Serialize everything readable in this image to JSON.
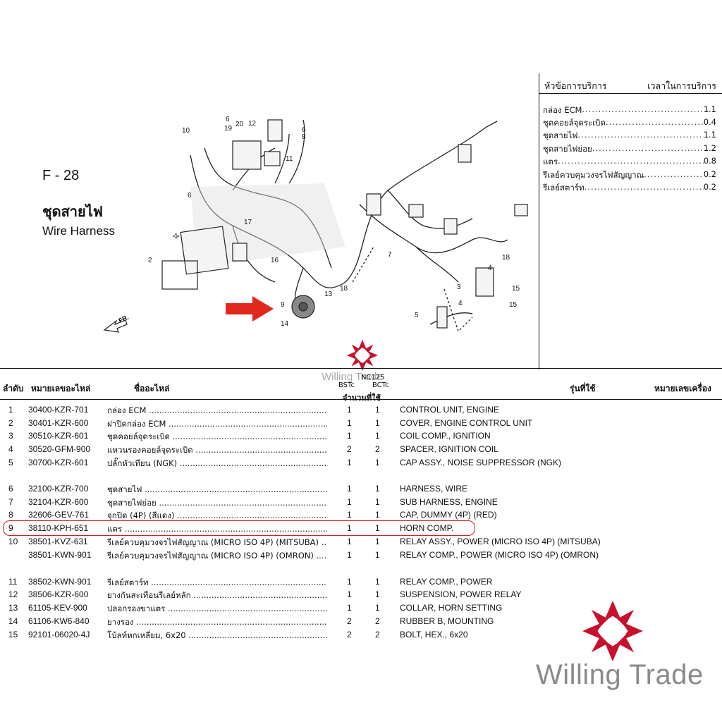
{
  "figure": {
    "code": "F - 28",
    "title_th": "ชุดสายไฟ",
    "title_en": "Wire Harness",
    "callouts": [
      "1",
      "2",
      "3",
      "4",
      "4",
      "5",
      "6",
      "6",
      "7",
      "8",
      "9",
      "10",
      "11",
      "12",
      "13",
      "14",
      "15",
      "15",
      "16",
      "17",
      "18",
      "18",
      "19",
      "20"
    ],
    "direction_label": "FR."
  },
  "service": {
    "header_left": "หัวข้อการบริการ",
    "header_right": "เวลาในการบริการ",
    "items": [
      {
        "name": "กล่อง ECM",
        "time": "1.1"
      },
      {
        "name": "ชุดคอยล์จุดระเบิด",
        "time": "0.4"
      },
      {
        "name": "ชุดสายไฟ",
        "time": "1.1"
      },
      {
        "name": "ชุดสายไฟย่อย",
        "time": "1.2"
      },
      {
        "name": "แตร",
        "time": "0.8"
      },
      {
        "name": "รีเลย์ควบคุมวงจรไฟสัญญาณ",
        "time": "0.2"
      },
      {
        "name": "รีเลย์สตาร์ท",
        "time": "0.2"
      }
    ]
  },
  "table": {
    "headers": {
      "no": "ลำดับ",
      "part_no": "หมายเลขอะไหล่",
      "name": "ชื่ออะไหล่",
      "model": "NC125",
      "variant1": "BSTc",
      "variant2": "BCTc",
      "qty": "จำนวนที่ใช้",
      "models": "รุ่นที่ใช้",
      "engine_no": "หมายเลขเครื่อง"
    },
    "rows": [
      {
        "no": "1",
        "part": "30400-KZR-701",
        "name": "กล่อง ECM",
        "q1": "1",
        "q2": "1",
        "en": "CONTROL UNIT, ENGINE"
      },
      {
        "no": "2",
        "part": "30401-KZR-600",
        "name": "ฝาปิดกล่อง ECM",
        "q1": "1",
        "q2": "1",
        "en": "COVER, ENGINE CONTROL UNIT"
      },
      {
        "no": "3",
        "part": "30510-KZR-601",
        "name": "ชุดคอยล์จุดระเบิด",
        "q1": "1",
        "q2": "1",
        "en": "COIL COMP., IGNITION"
      },
      {
        "no": "4",
        "part": "30520-GFM-900",
        "name": "แหวนรองคอยล์จุดระเบิด",
        "q1": "2",
        "q2": "2",
        "en": "SPACER, IGNITION COIL"
      },
      {
        "no": "5",
        "part": "30700-KZR-601",
        "name": "ปลั๊กหัวเทียน (NGK)",
        "q1": "1",
        "q2": "1",
        "en": "CAP ASSY., NOISE SUPPRESSOR (NGK)"
      },
      {
        "no": "6",
        "part": "32100-KZR-700",
        "name": "ชุดสายไฟ",
        "q1": "1",
        "q2": "1",
        "en": "HARNESS, WIRE"
      },
      {
        "no": "7",
        "part": "32104-KZR-600",
        "name": "ชุดสายไฟย่อย",
        "q1": "1",
        "q2": "1",
        "en": "SUB HARNESS, ENGINE"
      },
      {
        "no": "8",
        "part": "32606-GEV-761",
        "name": "จุกปิด (4P) (สีแดง)",
        "q1": "1",
        "q2": "1",
        "en": "CAP, DUMMY (4P) (RED)"
      },
      {
        "no": "9",
        "part": "38110-KPH-651",
        "name": "แตร",
        "q1": "1",
        "q2": "1",
        "en": "HORN COMP."
      },
      {
        "no": "10",
        "part": "38501-KVZ-631",
        "name": "รีเลย์ควบคุมวงจรไฟสัญญาณ (MICRO ISO 4P) (MITSUBA)",
        "q1": "1",
        "q2": "1",
        "en": "RELAY ASSY., POWER (MICRO ISO 4P) (MITSUBA)"
      },
      {
        "no": "",
        "part": "38501-KWN-901",
        "name": "รีเลย์ควบคุมวงจรไฟสัญญาณ (MICRO ISO 4P) (OMRON)",
        "q1": "1",
        "q2": "1",
        "en": "RELAY COMP., POWER (MICRO ISO 4P) (OMRON)"
      },
      {
        "no": "11",
        "part": "38502-KWN-901",
        "name": "รีเลย์สตาร์ท",
        "q1": "1",
        "q2": "1",
        "en": "RELAY COMP., POWER"
      },
      {
        "no": "12",
        "part": "38506-KZR-600",
        "name": "ยางกันสะเทือนรีเลย์หลัก",
        "q1": "1",
        "q2": "1",
        "en": "SUSPENSION, POWER RELAY"
      },
      {
        "no": "13",
        "part": "61105-KEV-900",
        "name": "ปลอกรองขาแตร",
        "q1": "1",
        "q2": "1",
        "en": "COLLAR, HORN SETTING"
      },
      {
        "no": "14",
        "part": "61106-KW6-840",
        "name": "ยางรอง",
        "q1": "2",
        "q2": "2",
        "en": "RUBBER B, MOUNTING"
      },
      {
        "no": "15",
        "part": "92101-06020-4J",
        "name": "โบ้ลท์หกเหลี่ยม, 6x20",
        "q1": "2",
        "q2": "2",
        "en": "BOLT, HEX., 6x20"
      }
    ]
  },
  "watermark": {
    "brand": "Willing Trade",
    "small": "Willing Trade",
    "accent_color": "#c8102e",
    "highlight_color": "#d42020"
  }
}
